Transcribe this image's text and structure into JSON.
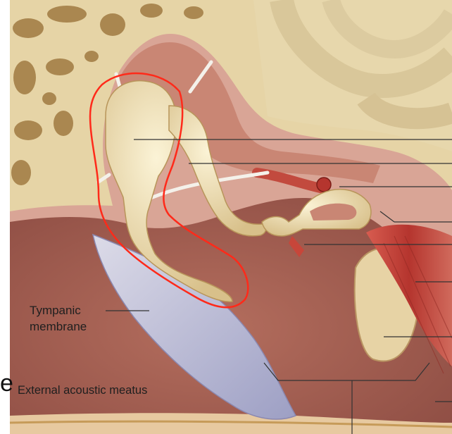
{
  "labels": {
    "tympanic_line1": "Tympanic",
    "tympanic_line2": "membrane",
    "meatus": "External acoustic meatus",
    "edge_letter": "e"
  },
  "colors": {
    "bone": "#e8d8a8",
    "bone_dark": "#a98445",
    "flesh": "#c98c7d",
    "flesh_dark": "#a45f55",
    "cavity": "#b97565",
    "membrane": "#c8c6dc",
    "muscle": "#c2453c",
    "highlight": "#ff2a1a",
    "ossicle": "#efe2b8",
    "leader": "#333333"
  }
}
